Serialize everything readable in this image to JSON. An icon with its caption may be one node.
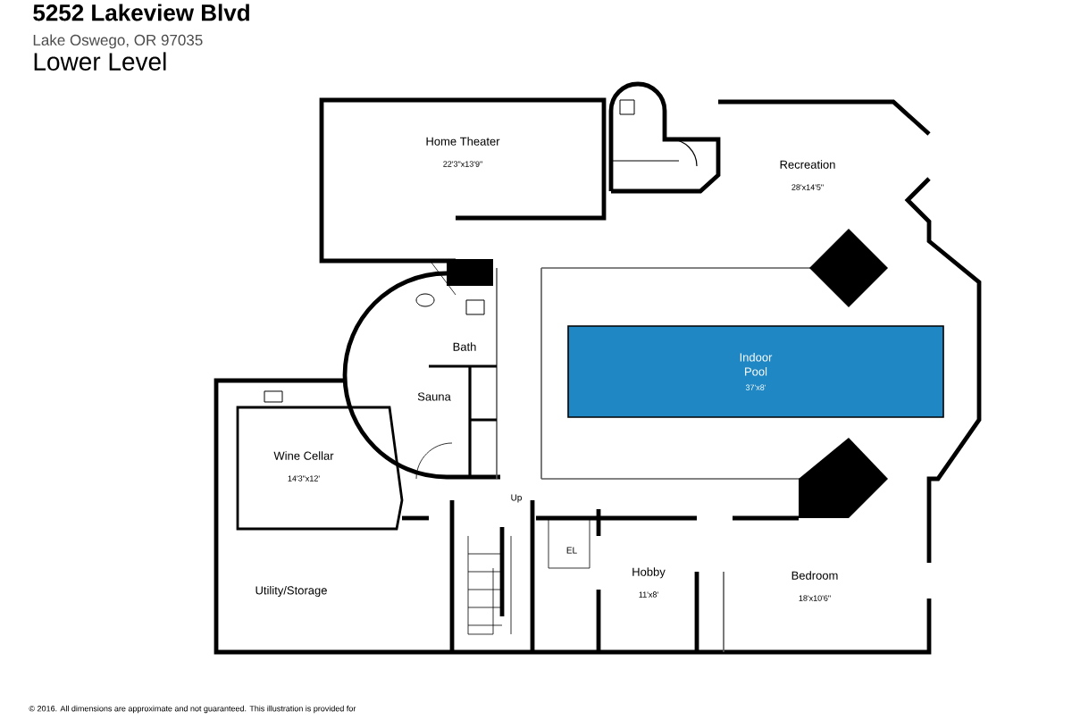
{
  "diagram": {
    "title": "5252 Lakeview Blvd",
    "nodes": [
      {
        "text": [
          "Home Theater",
          "22'3\"x13'9\""
        ]
      },
      {
        "text": [
          "Recreation",
          "28'x14'5\""
        ]
      },
      {
        "text": [
          "Bath"
        ]
      },
      {
        "text": [
          "Sauna"
        ]
      },
      {
        "text": [
          "Indoor Pool",
          "37'x8'"
        ]
      },
      {
        "text": [
          "Wine Cellar",
          "14'3\"x12'"
        ]
      },
      {
        "text": [
          "EL"
        ]
      },
      {
        "text": [
          "Utility/Storage"
        ]
      },
      {
        "text": [
          "Hobby",
          "11'x8'"
        ]
      },
      {
        "text": [
          "Bedroom",
          "18'x10'6\""
        ]
      }
    ],
    "labels": [
      "Lake Oswego, OR 97035",
      "Lower Level",
      "Up",
      "© 2016. All dimensions are approximate and not guaranteed. This illustration is provided for"
    ]
  }
}
